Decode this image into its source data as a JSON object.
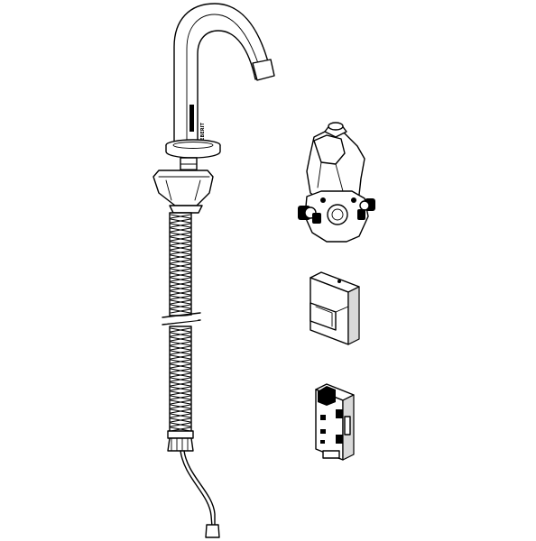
{
  "brand": {
    "logo_text": "GEBERIT"
  },
  "colors": {
    "line": "#000000",
    "background": "#ffffff",
    "shade": "#d9d9d9"
  },
  "parts": [
    {
      "id": "spout",
      "icon": "washbasin-tap-icon"
    },
    {
      "id": "hose",
      "icon": "braided-hose-icon"
    },
    {
      "id": "cable",
      "icon": "cable-connector-icon"
    },
    {
      "id": "mounting-body",
      "icon": "mounting-block-icon"
    },
    {
      "id": "cover-cap",
      "icon": "cover-cap-icon"
    },
    {
      "id": "control-module",
      "icon": "control-module-icon"
    }
  ]
}
